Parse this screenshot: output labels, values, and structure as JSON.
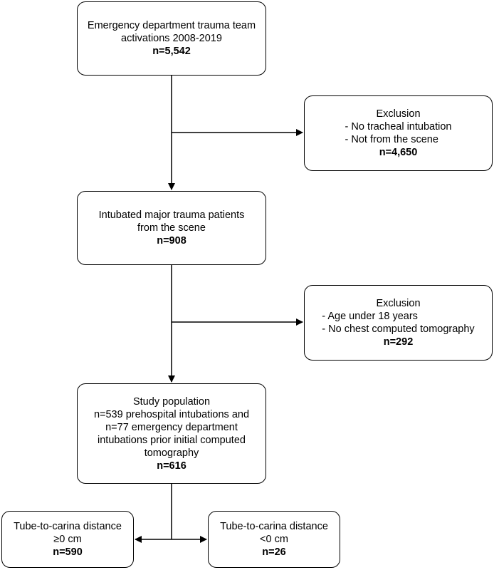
{
  "boxes": {
    "activations": {
      "lines": [
        "Emergency department trauma team",
        "activations 2008-2019"
      ],
      "count": "n=5,542"
    },
    "exclusion1": {
      "title": "Exclusion",
      "items": [
        "- No tracheal intubation",
        "- Not from the scene"
      ],
      "count": "n=4,650"
    },
    "intubated": {
      "lines": [
        "Intubated major trauma patients",
        "from the scene"
      ],
      "count": "n=908"
    },
    "exclusion2": {
      "title": "Exclusion",
      "items": [
        "- Age under 18 years",
        "- No chest computed tomography"
      ],
      "count": "n=292"
    },
    "study": {
      "lines": [
        "Study population",
        "n=539 prehospital intubations and",
        "n=77 emergency department",
        "intubations prior initial computed",
        "tomography"
      ],
      "count": "n=616"
    },
    "ge0": {
      "lines": [
        "Tube-to-carina distance",
        "≥0 cm"
      ],
      "count": "n=590"
    },
    "lt0": {
      "lines": [
        "Tube-to-carina distance",
        "<0 cm"
      ],
      "count": "n=26"
    }
  }
}
